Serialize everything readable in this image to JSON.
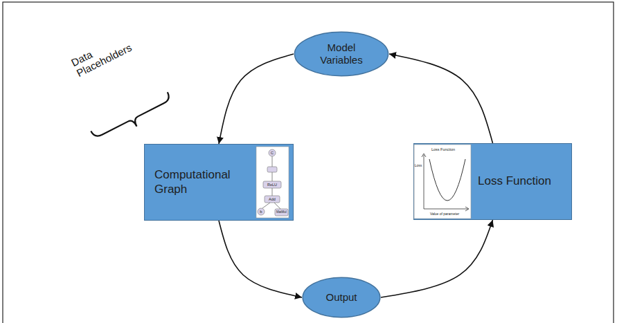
{
  "diagram": {
    "nodes": [
      {
        "text": [
          "Model Variables"
        ]
      },
      {
        "text": [
          "Computational Graph"
        ]
      },
      {
        "text": [
          "Output"
        ]
      },
      {
        "text": [
          "Loss Function"
        ]
      }
    ],
    "edges": [
      {
        "from": 0,
        "to": 1,
        "arrow": "to"
      },
      {
        "from": 1,
        "to": 2,
        "arrow": "to"
      },
      {
        "from": 2,
        "to": 3,
        "arrow": "to"
      },
      {
        "from": 3,
        "to": 0,
        "arrow": "to"
      }
    ],
    "labels": [
      "Data Placeholders",
      "C",
      "ReLU",
      "Add",
      "MatMul",
      "b",
      "Loss Function",
      "Loss",
      "Value of parameter"
    ]
  }
}
